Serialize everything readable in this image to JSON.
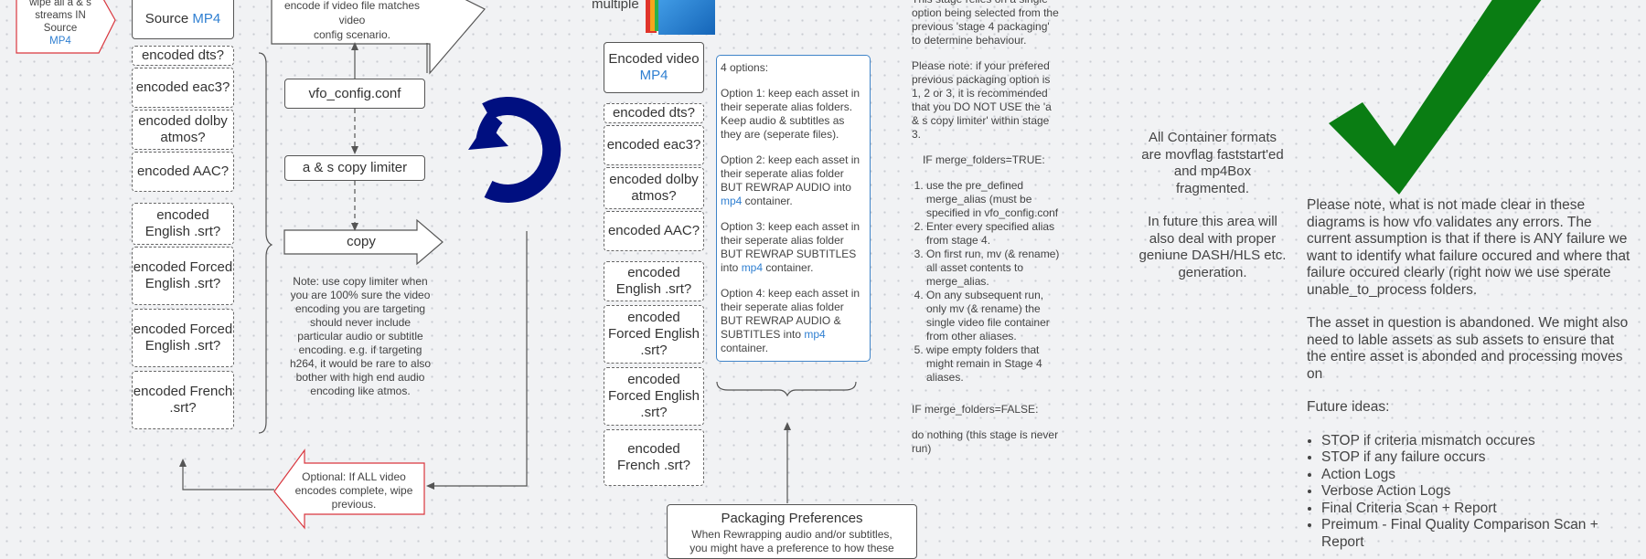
{
  "col1": {
    "wipe_note": {
      "line1": "wipe all a & s",
      "line2": "streams IN Source",
      "line3": "MP4"
    },
    "source_box": {
      "text": "Source",
      "mp4": "MP4"
    },
    "streams": [
      "encoded dts?",
      "encoded eac3?",
      "encoded dolby atmos?",
      "encoded AAC?",
      "encoded English .srt?",
      "encoded Forced English .srt?",
      "encoded Forced English .srt?",
      "encoded French .srt?"
    ]
  },
  "col2": {
    "encode_arrow": {
      "line1": "encode if video file matches video",
      "line2": "config scenario."
    },
    "vfo_config": "vfo_config.conf",
    "copy_limiter": "a & s copy limiter",
    "copy": "copy",
    "note": "Note: use copy limiter when you are 100% sure the video encoding you are targeting should never include particular audio or subtitle encoding.  e.g. if targeting h264, it would be rare to also bother with high end audio encoding like atmos.",
    "optional_arrow": "Optional: If ALL video encodes complete, wipe previous."
  },
  "col3": {
    "multiple": "multiple",
    "encoded_video": {
      "text": "Encoded video",
      "mp4": "MP4"
    },
    "streams": [
      "encoded dts?",
      "encoded eac3?",
      "encoded dolby atmos?",
      "encoded AAC?",
      "encoded English .srt?",
      "encoded Forced English .srt?",
      "encoded Forced English .srt?",
      "encoded French .srt?"
    ],
    "options": {
      "intro": "4 options:",
      "o1": "Option 1: keep each asset in their seperate alias folders. Keep audio & subtitles as they are (seperate files).",
      "o2a": "Option 2: keep each asset in their seperate alias folder BUT REWRAP AUDIO into ",
      "o2b": "mp4",
      "o2c": " container.",
      "o3a": "Option 3: keep each asset in their seperate alias folder BUT REWRAP SUBTITLES into ",
      "o3b": "mp4",
      "o3c": " container.",
      "o4a": "Option 4: keep each asset in their seperate alias folder BUT REWRAP AUDIO & SUBTITLES into ",
      "o4b": "mp4",
      "o4c": " container."
    },
    "packaging": {
      "title": "Packaging Preferences",
      "line1": "When Rewrapping audio and/or subtitles,",
      "line2": "you might have a preference to how these"
    }
  },
  "col4": {
    "top": "This stage relies on a single option being selected from the previous 'stage 4 packaging' to determine behaviour.",
    "please": "Please note: if your prefered previous packaging option is 1, 2 or 3, it is recommended that you DO NOT USE the 'a & s copy limiter' within stage 3.",
    "if_true": "IF merge_folders=TRUE:",
    "steps": [
      "use the pre_defined merge_alias (must be specified in vfo_config.conf",
      "Enter every specified alias from stage 4.",
      "On first run, mv (& rename) all asset contents to merge_alias.",
      "On any subsequent run, only mv (& rename) the single video file container from other aliases.",
      "wipe empty folders that might remain in Stage 4 aliases."
    ],
    "if_false": "IF merge_folders=FALSE:",
    "do_nothing": "do nothing (this stage is never run)"
  },
  "col5": {
    "para1": "All Container formats are movflag faststart'ed and mp4Box fragmented.",
    "para2": "In future this area will also deal with proper geniune DASH/HLS etc. generation."
  },
  "col6": {
    "para1a": "Please note, what is not made clear in these diagrams is how vfo validates any ",
    "para1b": "errors",
    "para1c": ".  The current assumption is that if there is ANY failure we want to identify what failure occured and where that failure occured clearly (right now we use sperate unable_to_process folders.",
    "para2": "The asset in question is abandoned.  We might also need to lable assets as sub assets to ensure that the entire asset is abonded and processing moves on",
    "future": "Future ideas:",
    "ideas": [
      "STOP if criteria mismatch occures",
      "STOP if any failure occurs",
      "Action Logs",
      "Verbose Action Logs",
      "Final Criteria Scan + Report",
      "Preimum - Final Quality Comparison Scan + Report"
    ]
  },
  "colors": {
    "red": "#d9363e",
    "navy": "#000f80",
    "green": "#0a7d13",
    "blue_link": "#2f7fd1",
    "options_border": "#3f84c8"
  }
}
